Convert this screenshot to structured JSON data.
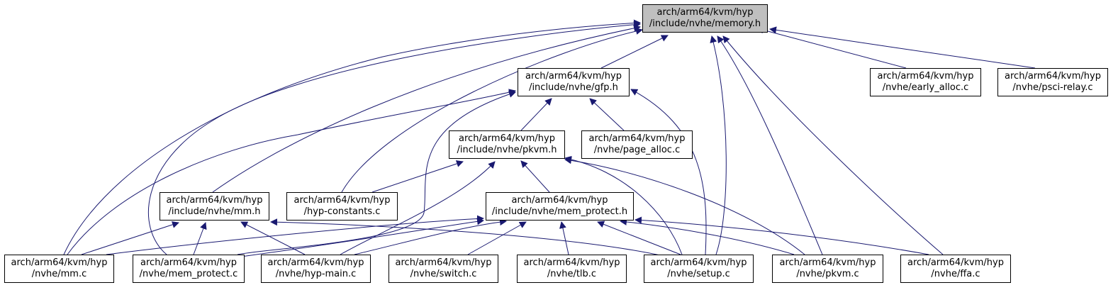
{
  "colors": {
    "edge": "#191970",
    "node_border": "#000000",
    "focus_fill": "#bfbfbf",
    "node_fill": "#ffffff"
  },
  "nodes": {
    "memory_h": {
      "line1": "arch/arm64/kvm/hyp",
      "line2": "/include/nvhe/memory.h"
    },
    "gfp_h": {
      "line1": "arch/arm64/kvm/hyp",
      "line2": "/include/nvhe/gfp.h"
    },
    "early_alloc_c": {
      "line1": "arch/arm64/kvm/hyp",
      "line2": "/nvhe/early_alloc.c"
    },
    "psci_relay_c": {
      "line1": "arch/arm64/kvm/hyp",
      "line2": "/nvhe/psci-relay.c"
    },
    "pkvm_h": {
      "line1": "arch/arm64/kvm/hyp",
      "line2": "/include/nvhe/pkvm.h"
    },
    "page_alloc_c": {
      "line1": "arch/arm64/kvm/hyp",
      "line2": "/nvhe/page_alloc.c"
    },
    "mm_h": {
      "line1": "arch/arm64/kvm/hyp",
      "line2": "/include/nvhe/mm.h"
    },
    "hyp_constants_c": {
      "line1": "arch/arm64/kvm/hyp",
      "line2": "/hyp-constants.c"
    },
    "mem_protect_h": {
      "line1": "arch/arm64/kvm/hyp",
      "line2": "/include/nvhe/mem_protect.h"
    },
    "mm_c": {
      "line1": "arch/arm64/kvm/hyp",
      "line2": "/nvhe/mm.c"
    },
    "mem_protect_c": {
      "line1": "arch/arm64/kvm/hyp",
      "line2": "/nvhe/mem_protect.c"
    },
    "hyp_main_c": {
      "line1": "arch/arm64/kvm/hyp",
      "line2": "/nvhe/hyp-main.c"
    },
    "switch_c": {
      "line1": "arch/arm64/kvm/hyp",
      "line2": "/nvhe/switch.c"
    },
    "tlb_c": {
      "line1": "arch/arm64/kvm/hyp",
      "line2": "/nvhe/tlb.c"
    },
    "setup_c": {
      "line1": "arch/arm64/kvm/hyp",
      "line2": "/nvhe/setup.c"
    },
    "pkvm_c": {
      "line1": "arch/arm64/kvm/hyp",
      "line2": "/nvhe/pkvm.c"
    },
    "ffa_c": {
      "line1": "arch/arm64/kvm/hyp",
      "line2": "/nvhe/ffa.c"
    }
  }
}
